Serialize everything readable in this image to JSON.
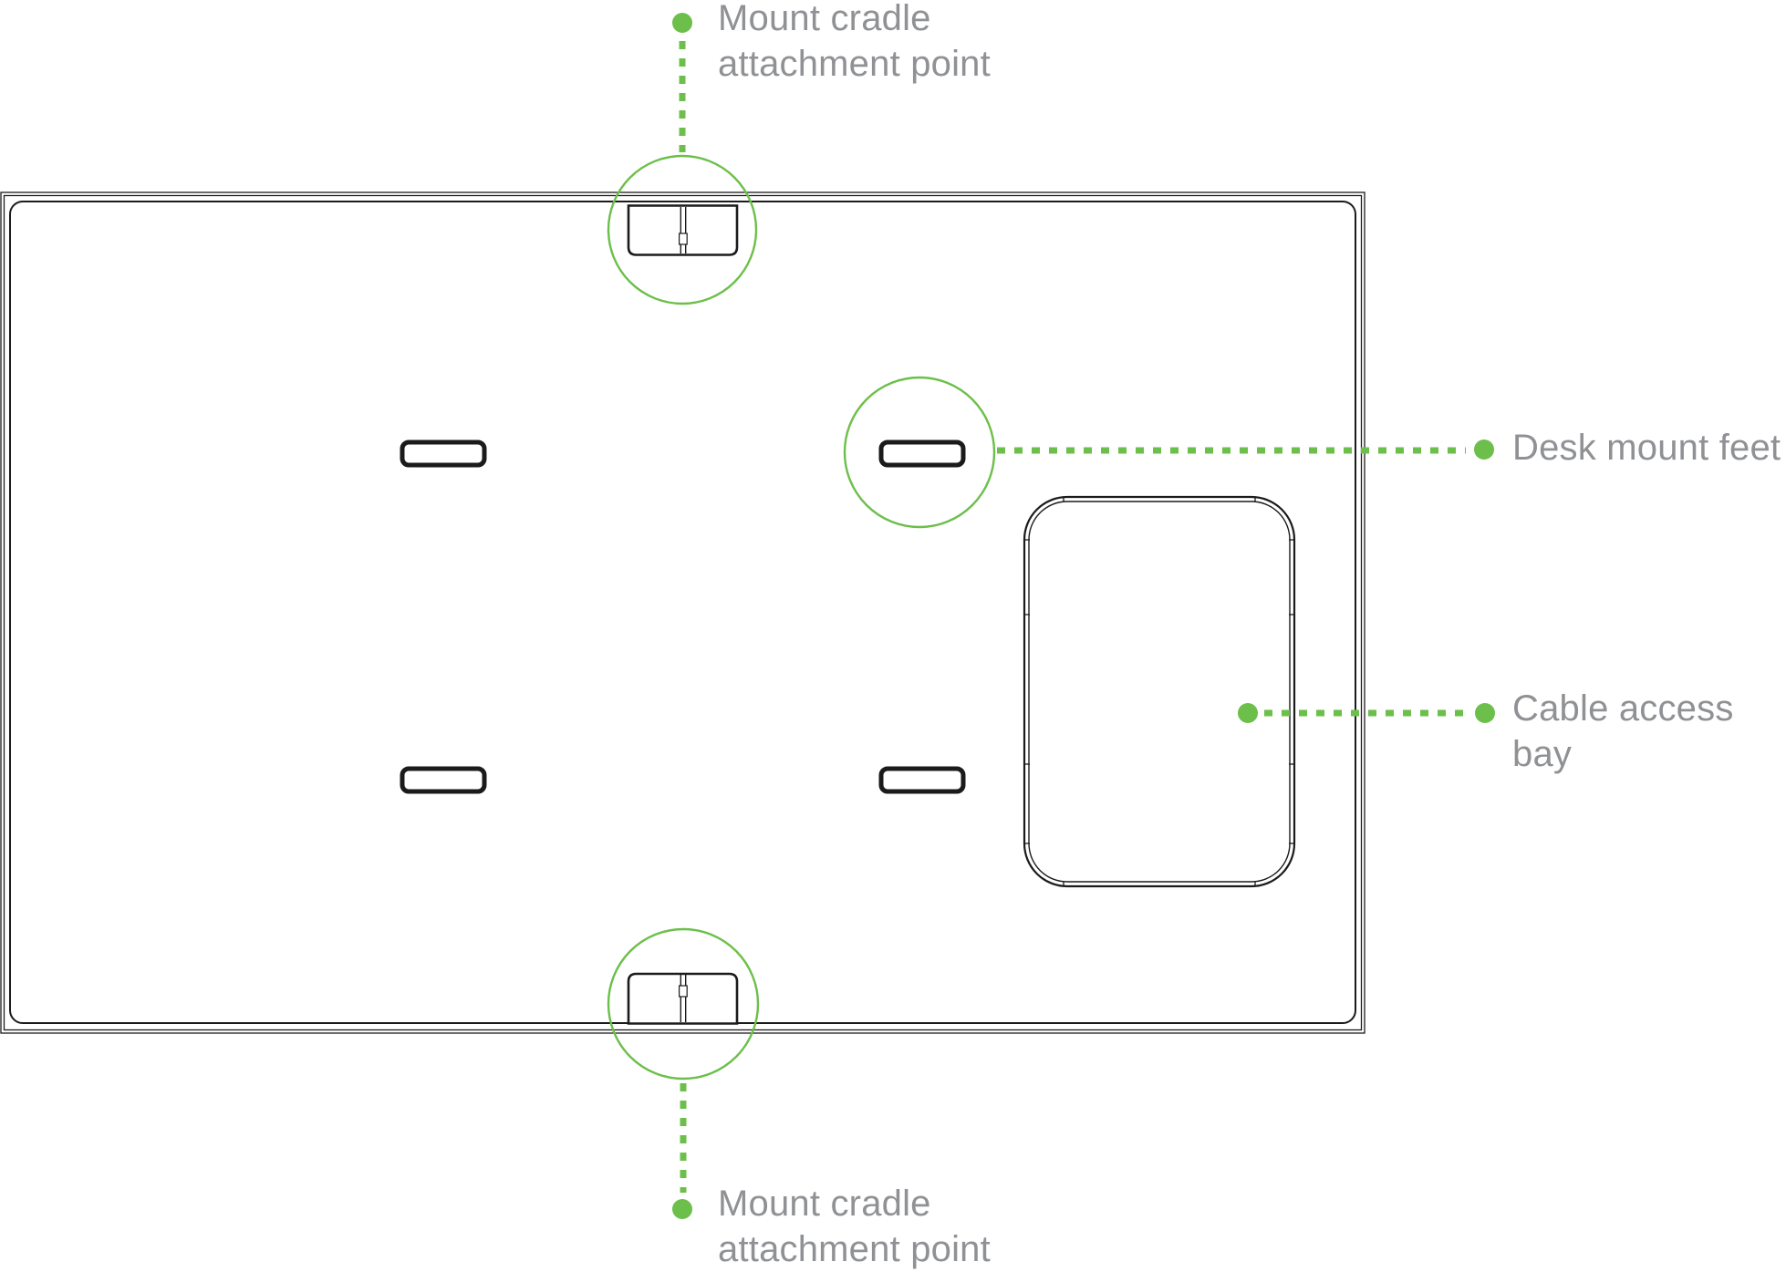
{
  "colors": {
    "accent": "#6CBF4A",
    "label_text": "#8F9194",
    "line": "#1B1B1B",
    "background": "#FFFFFF"
  },
  "callouts": {
    "mount_cradle_top": {
      "line1": "Mount cradle",
      "line2": "attachment point"
    },
    "desk_mount_feet": {
      "line1": "Desk mount feet",
      "line2": ""
    },
    "cable_access_bay": {
      "line1": "Cable access",
      "line2": "bay"
    },
    "mount_cradle_bottom": {
      "line1": "Mount cradle",
      "line2": "attachment point"
    }
  }
}
